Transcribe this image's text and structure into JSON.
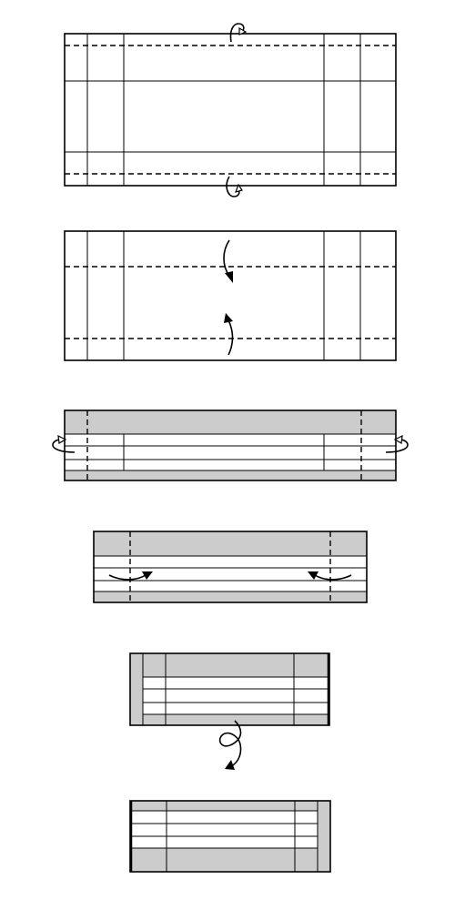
{
  "diagram": {
    "type": "folding-instructions",
    "colors": {
      "paper": "#ffffff",
      "shaded": "#cccccc",
      "ink": "#000000"
    },
    "steps": [
      {
        "step": 1,
        "action": "valley-fold-top-and-bottom-edges-behind",
        "icons": [
          "fold-behind-arrow-icon",
          "fold-behind-arrow-icon"
        ]
      },
      {
        "step": 2,
        "action": "valley-fold-top-and-bottom-to-center",
        "icons": [
          "fold-arrow-icon",
          "fold-arrow-icon"
        ]
      },
      {
        "step": 3,
        "action": "fold-left-and-right-edges-behind",
        "icons": [
          "fold-behind-arrow-icon",
          "fold-behind-arrow-icon"
        ]
      },
      {
        "step": 4,
        "action": "fold-left-and-right-sides-inward",
        "icons": [
          "fold-arrow-icon",
          "fold-arrow-icon"
        ]
      },
      {
        "step": 5,
        "action": "turn-over",
        "icons": [
          "turn-over-icon"
        ]
      },
      {
        "step": 6,
        "action": "result",
        "icons": []
      }
    ]
  }
}
